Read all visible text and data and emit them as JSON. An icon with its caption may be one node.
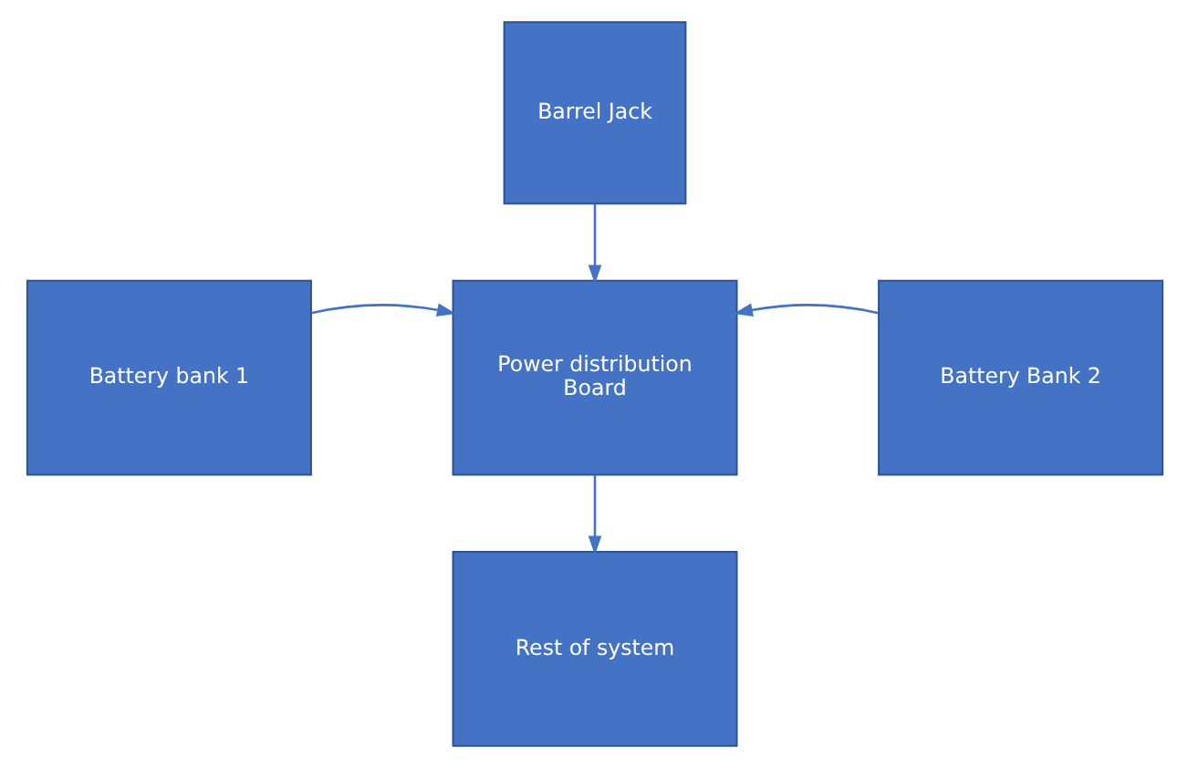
{
  "diagram": {
    "nodes": [
      {
        "text": [
          "Barrel Jack"
        ]
      },
      {
        "text": [
          "Battery bank 1"
        ]
      },
      {
        "text": [
          "Power distribution Board"
        ]
      },
      {
        "text": [
          "Battery Bank 2"
        ]
      },
      {
        "text": [
          "Rest of system"
        ]
      }
    ],
    "edges": [
      {
        "from": 0,
        "to": 2,
        "arrow": "to"
      },
      {
        "from": 1,
        "to": 2,
        "arrow": "to"
      },
      {
        "from": 3,
        "to": 2,
        "arrow": "to"
      },
      {
        "from": 2,
        "to": 4,
        "arrow": "to"
      }
    ]
  }
}
